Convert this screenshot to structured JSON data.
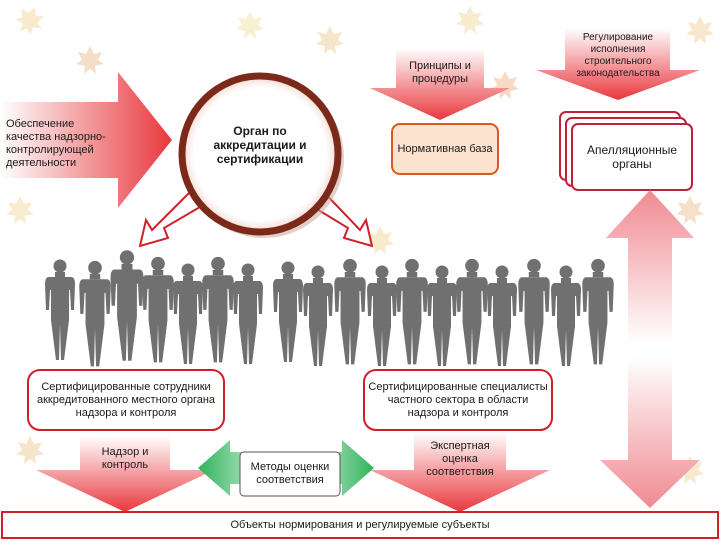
{
  "diagram": {
    "left_arrow_text": "Обеспечение качества надзорно-контролирующей деятельности",
    "center_circle_text": "Орган по аккредитации и сертификации",
    "principles_text": "Принципы и процедуры",
    "regulation_text": "Регулирование исполнения строительного законодательства",
    "normative_base_text": "Нормативная база",
    "appeal_bodies_text": "Апелляционные органы",
    "certified_local_text": "Сертифицированные сотрудники аккредитованного местного органа надзора и контроля",
    "certified_private_text": "Сертифицированные специалисты частного сектора в области надзора и контроля",
    "supervision_text": "Надзор и контроль",
    "assessment_methods_text": "Методы оценки соответствия",
    "expert_assessment_text": "Экспертная оценка соответствия",
    "bottom_bar_text": "Объекты нормирования и регулируемые субъекты"
  },
  "colors": {
    "arrow_red": "#e8383d",
    "arrow_light": "#f5a3a8",
    "circle_brown": "#7b2a1a",
    "node_border": "#d95a1e",
    "node_fill": "#fbe3cf",
    "green_arrow": "#3fbf6a",
    "people": "#707070",
    "bar_border": "#d0202a"
  },
  "icons": [
    "maple-leaf-icon",
    "person-silhouette-icon"
  ]
}
